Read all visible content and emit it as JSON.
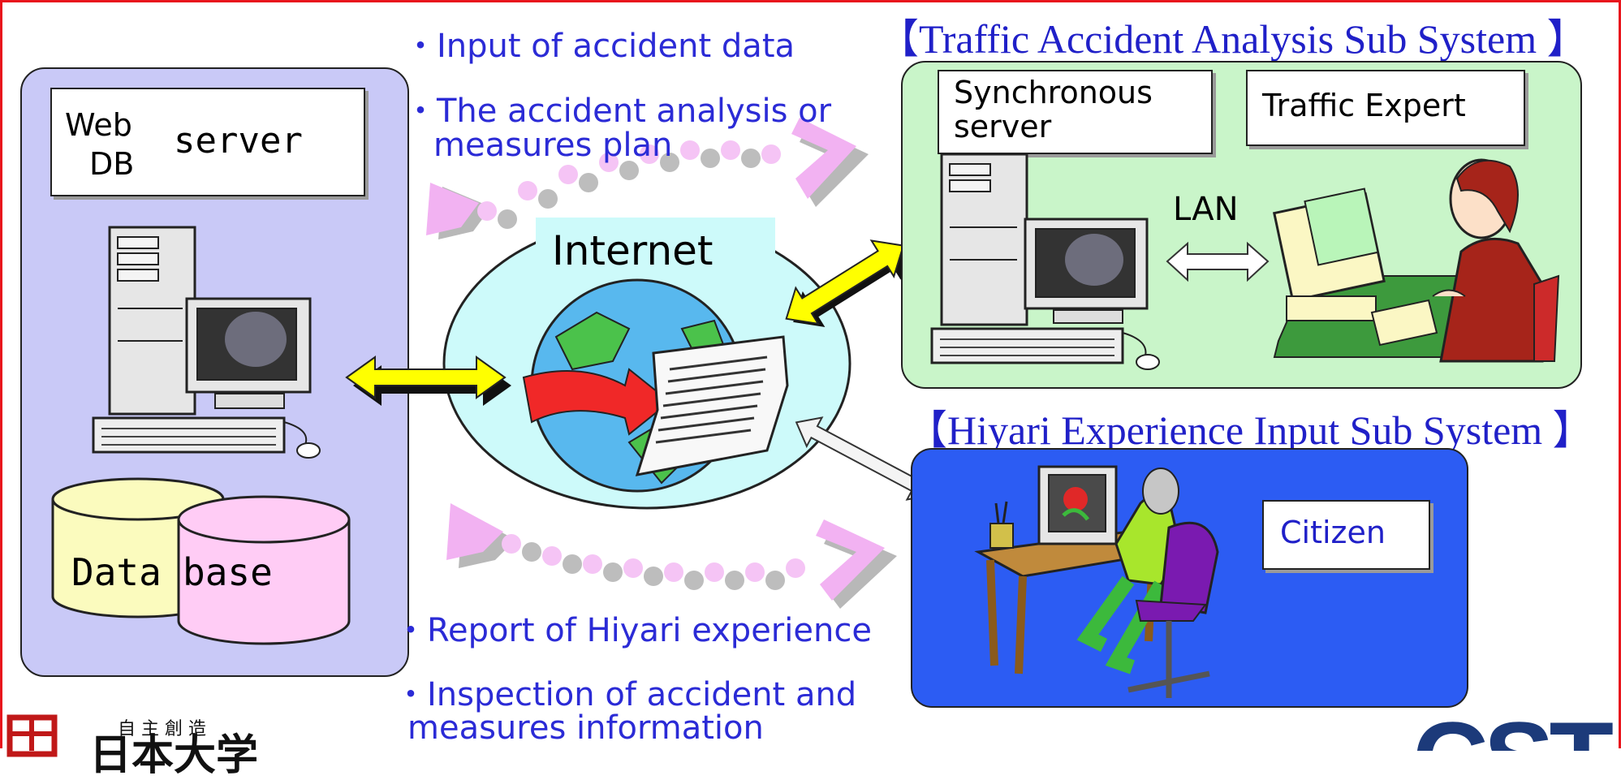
{
  "left_panel": {
    "web": "Web",
    "db": "DB",
    "server": "server",
    "database_1": "Data",
    "database_2": "base"
  },
  "internet": {
    "label": "Internet"
  },
  "bullets": {
    "input_accident": "・Input of accident data",
    "analysis_line1": "・The accident analysis or",
    "analysis_line2": "measures plan",
    "report_hiyari": "・Report of Hiyari experience",
    "inspection_line1": "・Inspection of accident and",
    "inspection_line2": "measures information"
  },
  "top_subsystem": {
    "title": "【Traffic Accident Analysis Sub System 】",
    "sync_line1": "Synchronous",
    "sync_line2": "server",
    "expert": "Traffic Expert",
    "lan": "LAN"
  },
  "bottom_subsystem": {
    "title": "【Hiyari Experience Input Sub System 】",
    "citizen": "Citizen"
  },
  "footer": {
    "univ_motto": "自 主 創 造",
    "univ_name": "日本大学",
    "logo_partial": "CST"
  },
  "colors": {
    "frame": "#e8141c",
    "text_blue": "#2b2bd6",
    "left_panel": "#c9c9f7",
    "top_panel": "#c9f5c9",
    "bottom_panel": "#2c5cf3",
    "internet_bg": "#cdfafa",
    "arrow_yellow": "#ffff00",
    "cst_navy": "#1c3a7a"
  }
}
